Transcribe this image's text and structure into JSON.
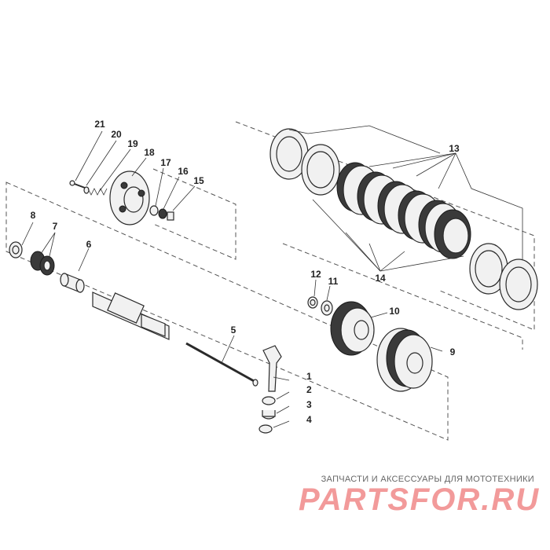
{
  "callouts": [
    "1",
    "2",
    "3",
    "4",
    "5",
    "6",
    "7",
    "8",
    "9",
    "10",
    "11",
    "12",
    "13",
    "14",
    "15",
    "16",
    "17",
    "18",
    "19",
    "20",
    "21"
  ],
  "footer": {
    "tagline": "ЗАПЧАСТИ И АКСЕССУАРЫ ДЛЯ МОТОТЕХНИКИ",
    "brand": "PARTSFOR.RU"
  },
  "colors": {
    "brand": "#f29a9a",
    "lines": "#333333"
  }
}
